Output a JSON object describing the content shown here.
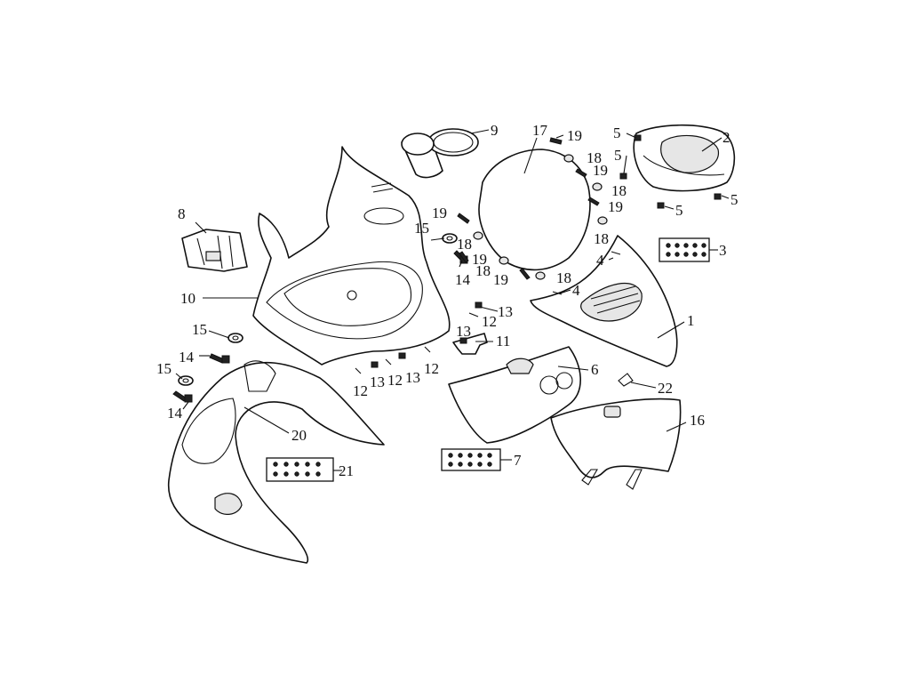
{
  "diagram": {
    "labels": {
      "l1": "1",
      "l2": "2",
      "l3": "3",
      "l4a": "4",
      "l4b": "4",
      "l5a": "5",
      "l5b": "5",
      "l5c": "5",
      "l5d": "5",
      "l6": "6",
      "l7": "7",
      "l8": "8",
      "l9": "9",
      "l10": "10",
      "l11": "11",
      "l12a": "12",
      "l12b": "12",
      "l12c": "12",
      "l12d": "12",
      "l13a": "13",
      "l13b": "13",
      "l13c": "13",
      "l13d": "13",
      "l14a": "14",
      "l14b": "14",
      "l14c": "14",
      "l15a": "15",
      "l15b": "15",
      "l15c": "15",
      "l16": "16",
      "l17": "17",
      "l18a": "18",
      "l18b": "18",
      "l18c": "18",
      "l18d": "18",
      "l18e": "18",
      "l18f": "18",
      "l19a": "19",
      "l19b": "19",
      "l19c": "19",
      "l19d": "19",
      "l19e": "19",
      "l19f": "19",
      "l20": "20",
      "l21": "21",
      "l22": "22"
    }
  }
}
